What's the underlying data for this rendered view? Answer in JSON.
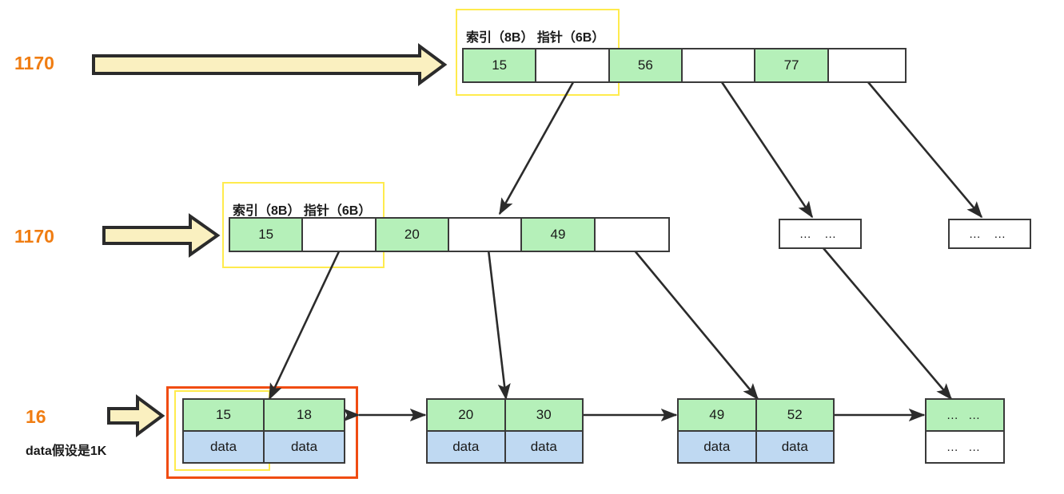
{
  "diagram": {
    "title_note": "B+ tree index structure",
    "colors": {
      "key_fill": "#b5f0b9",
      "data_fill": "#bfd9f2",
      "node_stroke": "#3a3a3a",
      "accent_orange": "#f07d12",
      "highlight_yellow": "#ffeb4d",
      "highlight_orange": "#f04c12",
      "block_arrow_fill": "#faf0c0"
    }
  },
  "levels": [
    {
      "size_label": "1170",
      "block_arrow": "wide-right-arrow",
      "caption": "索引（8B）  指针（6B）",
      "node": {
        "cells": [
          {
            "type": "key",
            "text": "15"
          },
          {
            "type": "ptr",
            "text": ""
          },
          {
            "type": "key",
            "text": "56"
          },
          {
            "type": "ptr",
            "text": ""
          },
          {
            "type": "key",
            "text": "77"
          },
          {
            "type": "ptr",
            "text": ""
          }
        ]
      }
    },
    {
      "size_label": "1170",
      "block_arrow": "short-right-arrow",
      "caption": "索引（8B）  指针（6B）",
      "node": {
        "cells": [
          {
            "type": "key",
            "text": "15"
          },
          {
            "type": "ptr",
            "text": ""
          },
          {
            "type": "key",
            "text": "20"
          },
          {
            "type": "ptr",
            "text": ""
          },
          {
            "type": "key",
            "text": "49"
          },
          {
            "type": "ptr",
            "text": ""
          }
        ]
      },
      "sibling_placeholders": [
        {
          "text": "…  …"
        },
        {
          "text": "…  …"
        }
      ]
    },
    {
      "size_label": "16",
      "block_arrow": "short-right-arrow",
      "note": "data假设是1K",
      "leaves": [
        {
          "keys": [
            "15",
            "18"
          ],
          "values": [
            "data",
            "data"
          ],
          "value_style": "data"
        },
        {
          "keys": [
            "20",
            "30"
          ],
          "values": [
            "data",
            "data"
          ],
          "value_style": "data"
        },
        {
          "keys": [
            "49",
            "52"
          ],
          "values": [
            "data",
            "data"
          ],
          "value_style": "data"
        },
        {
          "keys": [
            "…  …"
          ],
          "values": [
            "…  …"
          ],
          "value_style": "blank"
        }
      ]
    }
  ]
}
